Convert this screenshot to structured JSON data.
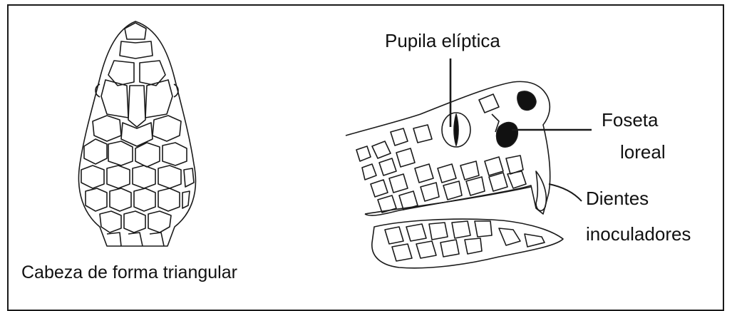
{
  "labels": {
    "caption": "Cabeza de forma triangular",
    "pupil": "Pupila elíptica",
    "pit_line1": "Foseta",
    "pit_line2": "loreal",
    "fangs_line1": "Dientes",
    "fangs_line2": "inoculadores"
  }
}
